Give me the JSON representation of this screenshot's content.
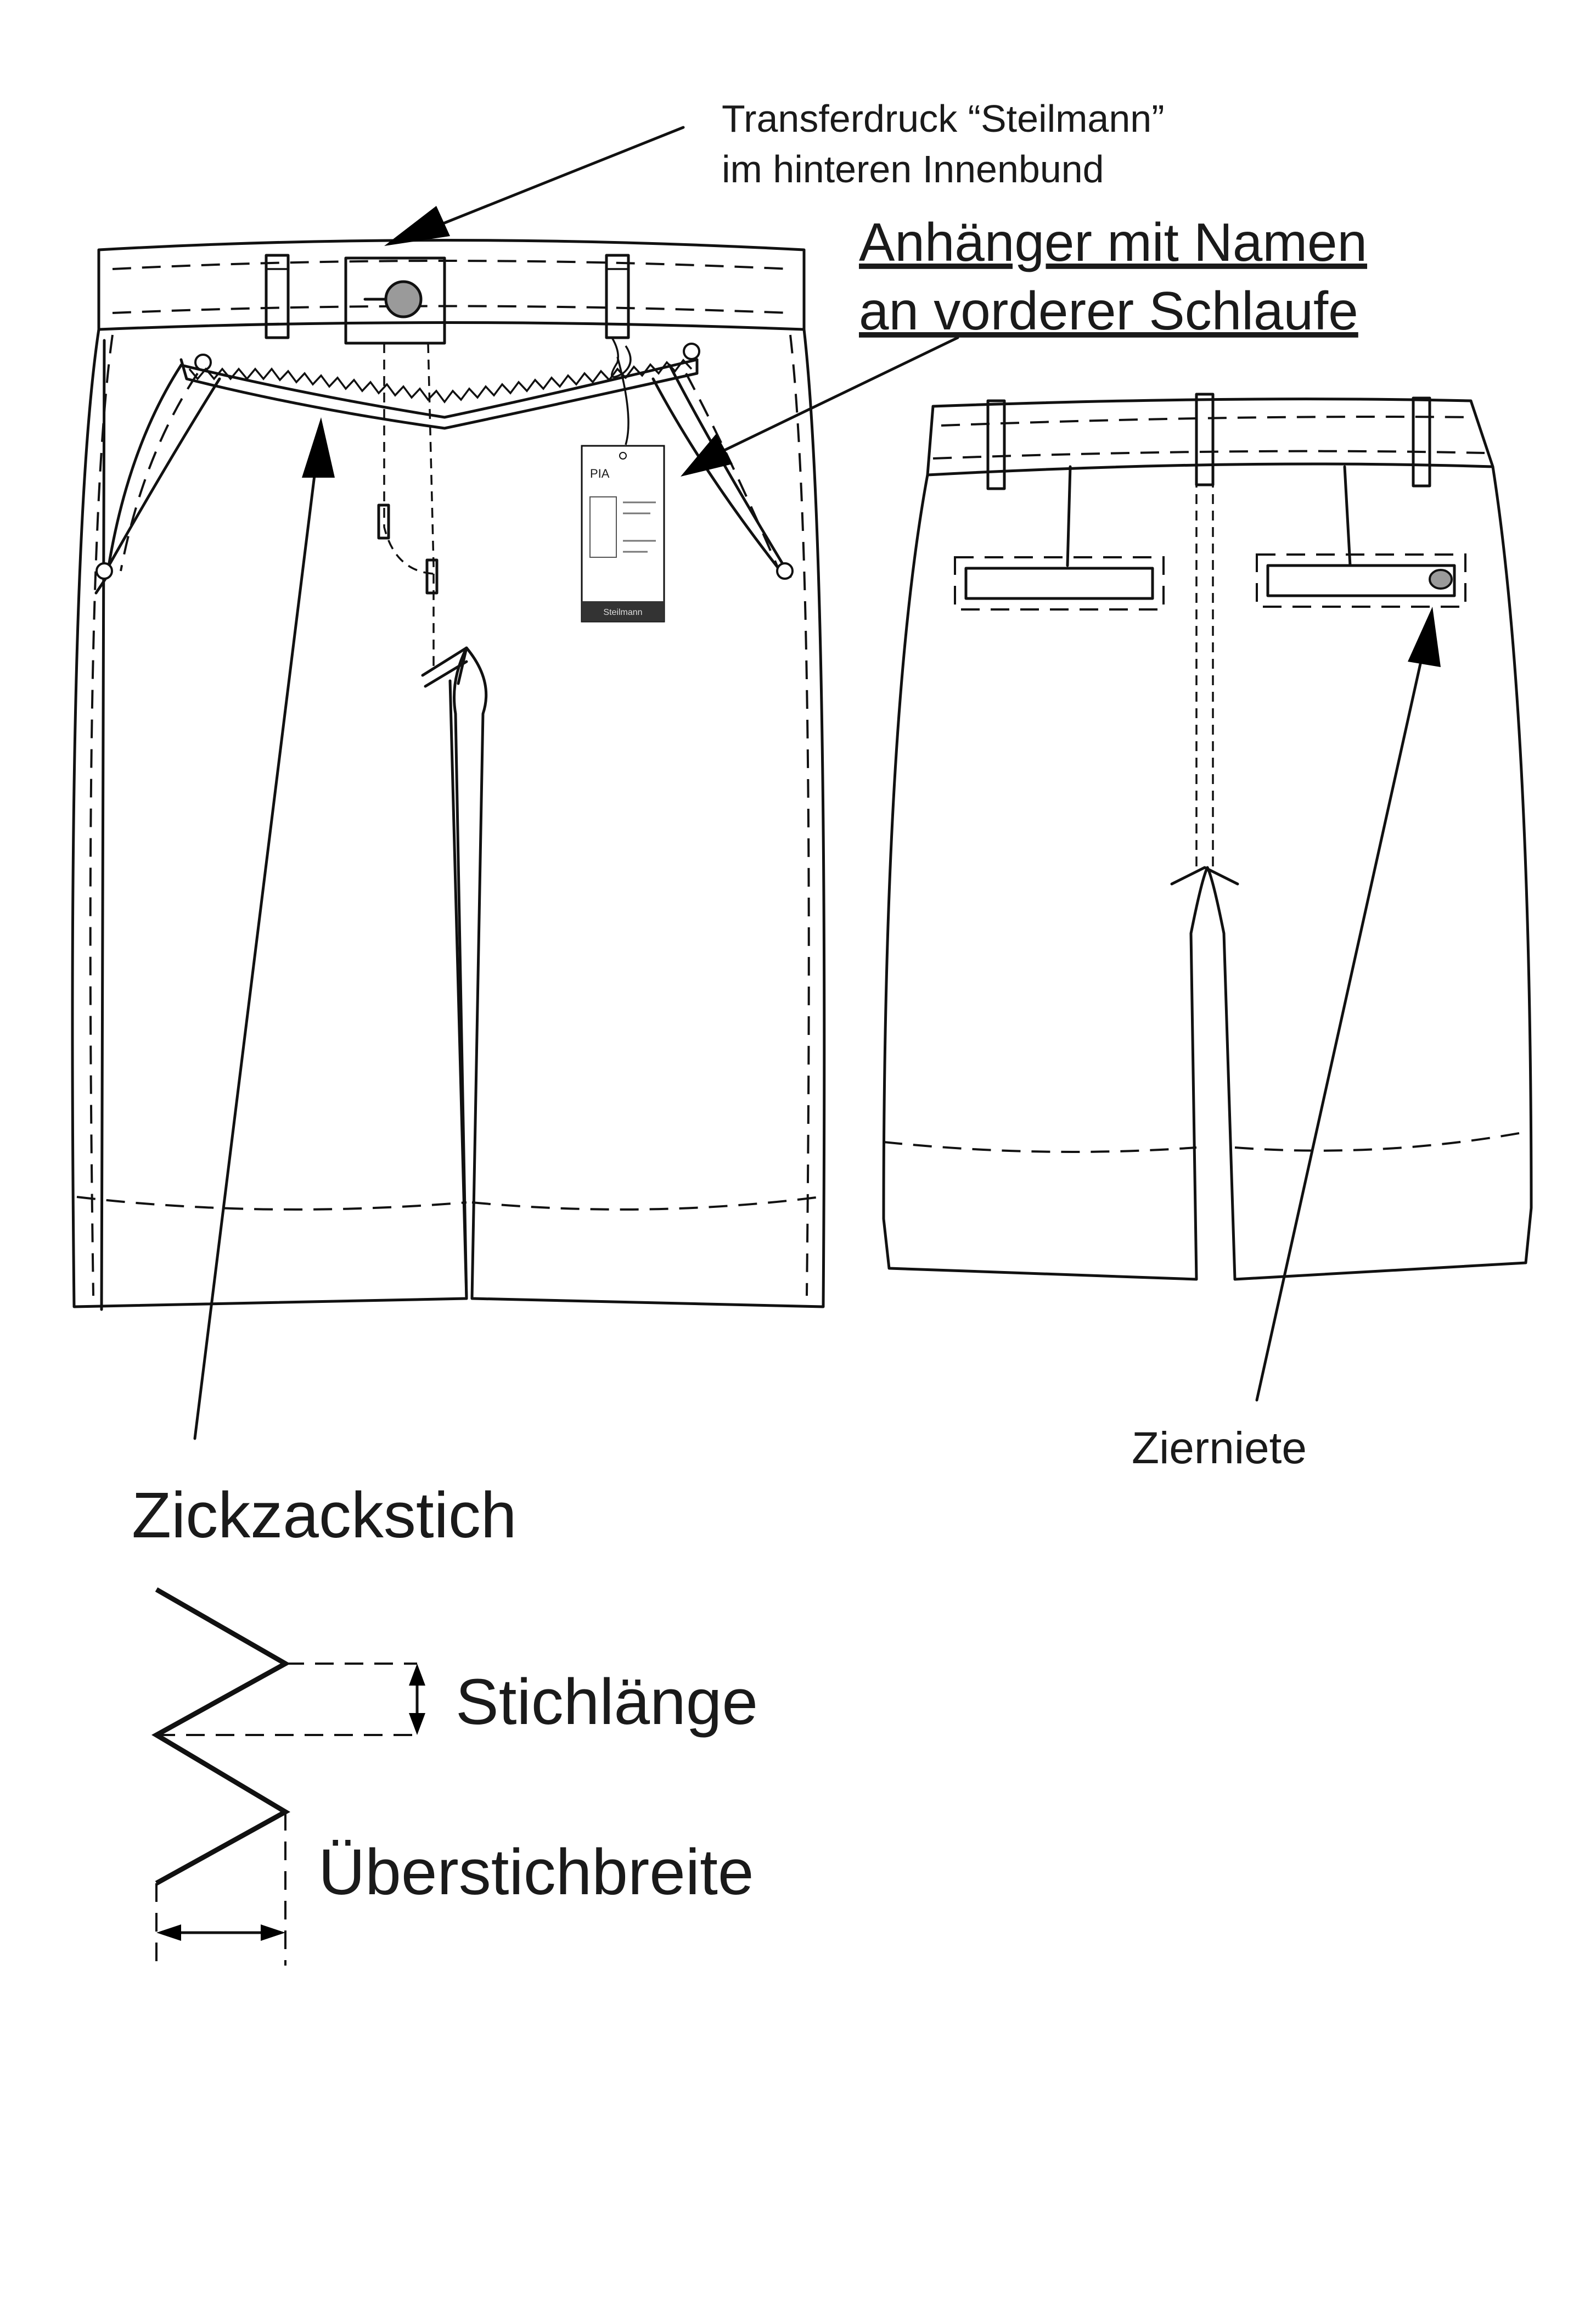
{
  "annotations": {
    "transfer_print_line1": "Transferdruck “Steilmann”",
    "transfer_print_line2": "im hinteren Innenbund",
    "tag_line1": "Anhänger mit Namen ",
    "tag_line2": "an vorderer Schlaufe",
    "rivet": "Zierniete"
  },
  "tag": {
    "name": "PIA",
    "brand": "Steilmann"
  },
  "legend": {
    "title": "Zickzackstich",
    "stitch_length": "Stichlänge",
    "stitch_width": "Überstichbreite"
  },
  "colors": {
    "line": "#111111",
    "rivet_fill": "#9a9a9a",
    "background": "#ffffff"
  }
}
